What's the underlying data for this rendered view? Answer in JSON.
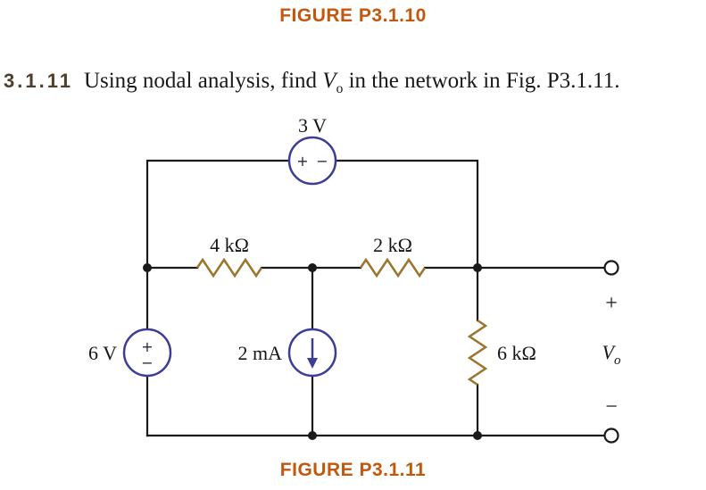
{
  "colors": {
    "caption_orange": "#c2570e",
    "problem_number_brown": "#4f3e2b",
    "source_blue": "#3c3c99",
    "resistor_bronze": "#9c742b",
    "wire_black": "#1a1a1a"
  },
  "top_caption": "FIGURE P3.1.10",
  "bottom_caption": "FIGURE P3.1.11",
  "problem": {
    "number": "3.1.11",
    "text_before": "Using nodal analysis, find ",
    "var": "V",
    "var_sub": "o",
    "text_after": " in the network in Fig. P3.1.11."
  },
  "circuit": {
    "top_source": {
      "label": "3 V",
      "plus": "+",
      "minus": "−"
    },
    "left_source": {
      "label": "6 V",
      "plus": "+",
      "minus": "−"
    },
    "current_source": {
      "label": "2 mA"
    },
    "resistors": {
      "r1": "4 kΩ",
      "r2": "2 kΩ",
      "r3": "6 kΩ"
    },
    "output": {
      "plus": "+",
      "minus": "−",
      "v": "V",
      "v_sub": "o"
    }
  }
}
